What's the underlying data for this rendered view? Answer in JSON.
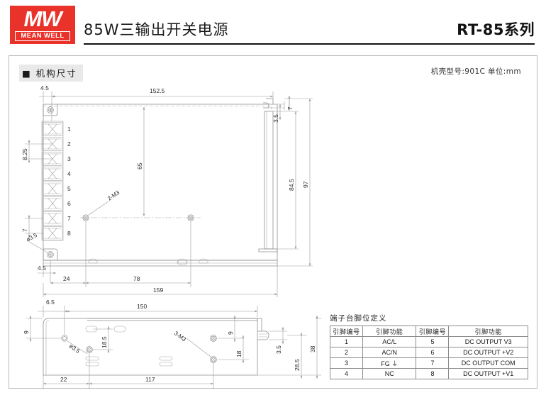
{
  "header": {
    "logo_mark": "MW",
    "logo_name": "MEAN WELL",
    "product_title": "85W三输出开关电源",
    "series": "RT-85系列"
  },
  "section": {
    "bullet": "■",
    "title": "机构尺寸",
    "case_note": "机壳型号:901C 单位:mm"
  },
  "top_view": {
    "dimensions": {
      "edge_offset": "4.5",
      "overall_top": "152.5",
      "terminal_pitch": "8.25",
      "terminal_gap": "7",
      "center_height": "65",
      "tab_width": "7",
      "tab_height": "3.5",
      "inner_height": "84.5",
      "overall_height": "97",
      "hole_dia": "ø3.5",
      "bottom_offset": "4.5",
      "hole_x1": "24",
      "hole_span": "78",
      "overall_length": "159",
      "screw_callout": "2-M3"
    },
    "terminal_numbers": [
      "1",
      "2",
      "3",
      "4",
      "5",
      "6",
      "7",
      "8"
    ]
  },
  "side_view": {
    "dimensions": {
      "hole_offset": "6.5",
      "overall_width": "150",
      "hole_top": "9",
      "slot_height": "18.5",
      "hole_dia": "ø3.5",
      "hole_x": "22",
      "hole_span": "117",
      "right_hole_top": "9",
      "right_hole_span": "18",
      "screw_callout": "3-M3",
      "lip_height": "3.5",
      "body_height": "28.5",
      "overall_height": "38"
    }
  },
  "pin_table": {
    "caption": "端子台脚位定义",
    "headers": [
      "引脚编号",
      "引脚功能",
      "引脚编号",
      "引脚功能"
    ],
    "rows": [
      [
        "1",
        "AC/L",
        "5",
        "DC OUTPUT V3"
      ],
      [
        "2",
        "AC/N",
        "6",
        "DC OUTPUT +V2"
      ],
      [
        "3",
        "FG ⏚",
        "7",
        "DC OUTPUT COM"
      ],
      [
        "4",
        "NC",
        "8",
        "DC OUTPUT +V1"
      ]
    ]
  },
  "colors": {
    "brand_red": "#e8322a",
    "line": "#9a9a9a",
    "text": "#1a1a1a"
  }
}
